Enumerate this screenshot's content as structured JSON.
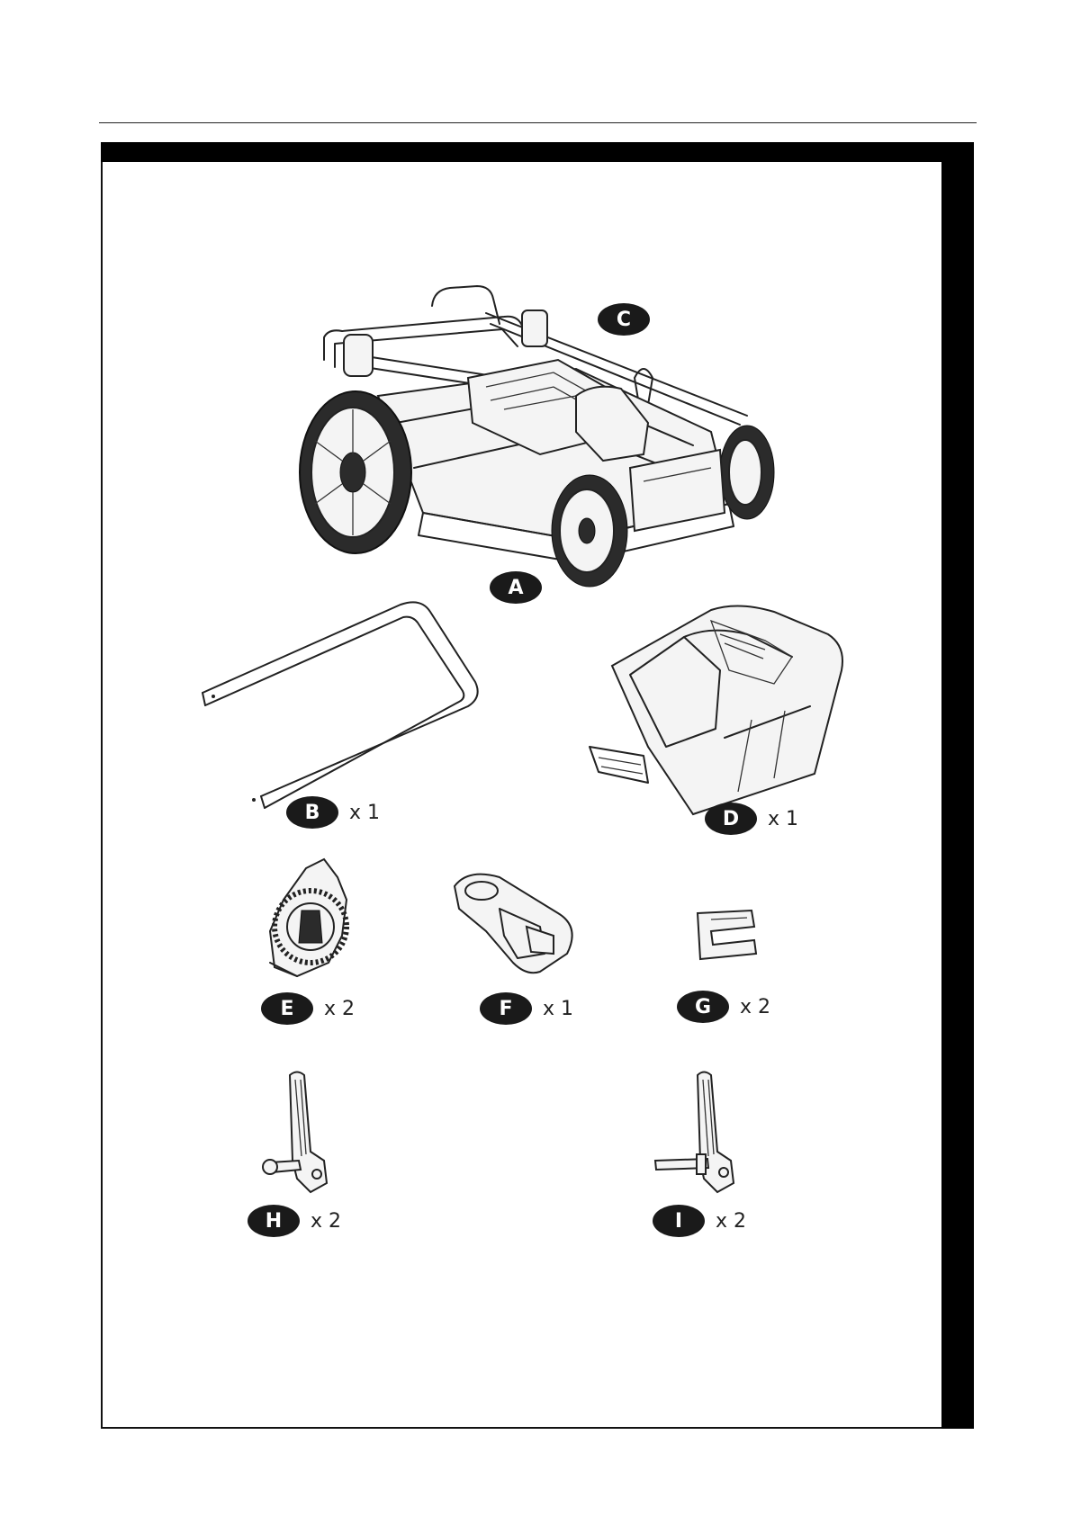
{
  "parts": {
    "A": {
      "letter": "A",
      "qty": ""
    },
    "B": {
      "letter": "B",
      "qty": "x 1"
    },
    "C": {
      "letter": "C",
      "qty": ""
    },
    "D": {
      "letter": "D",
      "qty": "x 1"
    },
    "E": {
      "letter": "E",
      "qty": "x 2"
    },
    "F": {
      "letter": "F",
      "qty": "x 1"
    },
    "G": {
      "letter": "G",
      "qty": "x 2"
    },
    "H": {
      "letter": "H",
      "qty": "x 2"
    },
    "I": {
      "letter": "I",
      "qty": "x 2"
    }
  },
  "colors": {
    "ink": "#222222",
    "badge": "#1a1a1a",
    "bar": "#000000"
  }
}
